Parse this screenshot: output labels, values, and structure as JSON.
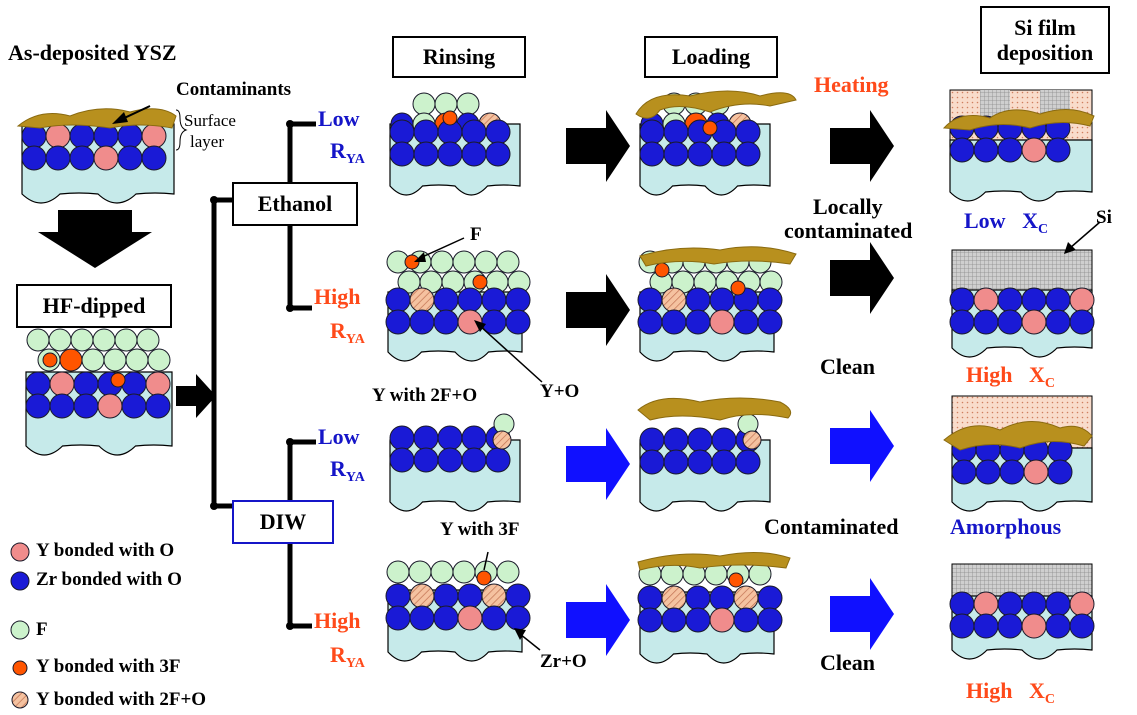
{
  "header": {
    "as_deposited": "As-deposited YSZ",
    "rinsing": "Rinsing",
    "loading": "Loading",
    "heating": "Heating",
    "si_film_line1": "Si film",
    "si_film_line2": "deposition"
  },
  "labels": {
    "contaminants": "Contaminants",
    "surface_line1": "Surface",
    "surface_line2": "layer",
    "hf_dipped": "HF-dipped",
    "ethanol": "Ethanol",
    "diw": "DIW",
    "low": "Low",
    "high": "High",
    "r": "R",
    "ya": "YA",
    "f": "F",
    "y_o": "Y+O",
    "y_2fo": "Y with 2F+O",
    "y_3f": "Y with 3F",
    "zr_o": "Zr+O",
    "locally_line1": "Locally",
    "locally_line2": "contaminated",
    "clean": "Clean",
    "contaminated": "Contaminated",
    "amorphous": "Amorphous",
    "x": "X",
    "c": "C",
    "si": "Si"
  },
  "legend": [
    {
      "key": "y_o",
      "text": "Y bonded with O"
    },
    {
      "key": "zr_o",
      "text": "Zr bonded with O"
    },
    {
      "key": "f",
      "text": "F"
    },
    {
      "key": "y_3f",
      "text": "Y bonded with 3F"
    },
    {
      "key": "y_2fo",
      "text": "Y bonded with 2F+O"
    }
  ],
  "colors": {
    "zr": "#1a1ad6",
    "y_o": "#f08c8c",
    "y_2fo": "#f5c2a0",
    "f": "#ccf2cc",
    "y_3f": "#ff5500",
    "substrate": "#c6eaea",
    "contaminant": "#b8901e",
    "si_film": "#c8c8c8",
    "amorphous_fill": "#f8d8c8",
    "arrow_black": "#000000",
    "arrow_blue": "#1010ff",
    "text_blue": "#1515c8",
    "text_red": "#ff4a1a"
  }
}
